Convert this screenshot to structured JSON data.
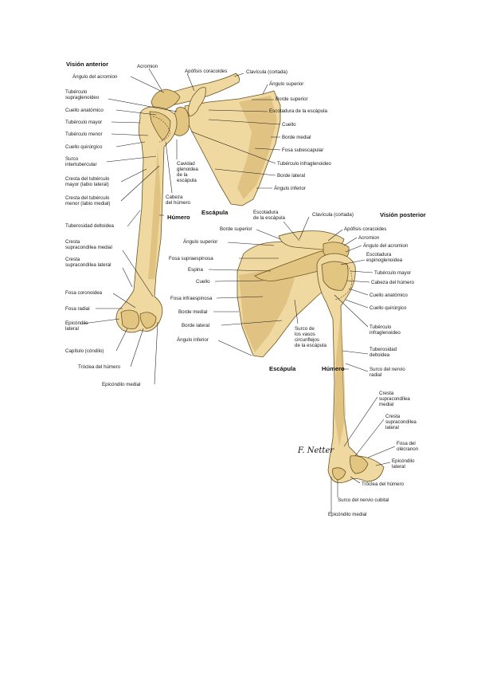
{
  "anterior": {
    "title": "Visión anterior",
    "labels": {
      "acromion": "Acromion",
      "apofisis_coracoides": "Apófisis coracoides",
      "clavicula": "Clavícula (cortada)",
      "angulo_acromion": "Ángulo del acromion",
      "angulo_superior": "Ángulo superior",
      "tuberculo_supraglenoideo": "Tubérculo\nsupraglenoideo",
      "borde_superior": "Borde superior",
      "cuello_anatomico": "Cuello anatómico",
      "escotadura_escapula": "Escotadura de la escápula",
      "tuberculo_mayor": "Tubérculo mayor",
      "cuello": "Cuello",
      "tuberculo_menor": "Tubérculo menor",
      "borde_medial": "Borde medial",
      "cuello_quirurgico": "Cuello quirúrgico",
      "fosa_subescapular": "Fosa subescapular",
      "surco_intertubercular": "Surco\nintertubercular",
      "cavidad_glenoidea": "Cavidad\nglenoidea\nde la\nescápula",
      "tuberculo_infraglenoideo": "Tubérculo infraglenoideo",
      "cresta_tuberculo_mayor": "Cresta del tubérculo\nmayor (labio lateral)",
      "borde_lateral": "Borde lateral",
      "angulo_inferior": "Ángulo inferior",
      "cresta_tuberculo_menor": "Cresta del tubérculo\nmenor (labio medial)",
      "cabeza_humero": "Cabeza\ndel húmero",
      "escapula": "Escápula",
      "humero": "Húmero",
      "tuberosidad_deltoidea": "Tuberosidad deltoidea",
      "cresta_supracondilea_medial": "Cresta\nsupracondílea medial",
      "cresta_supracondilea_lateral": "Cresta\nsupracondílea lateral",
      "fosa_coronoidea": "Fosa coronoidea",
      "fosa_radial": "Fosa radial",
      "epicondilo_lateral": "Epicóndilo\nlateral",
      "capitulo": "Capítulo (cóndilo)",
      "troclea": "Tróclea del húmero",
      "epicondilo_medial": "Epicóndilo medial"
    }
  },
  "posterior": {
    "title": "Visión posterior",
    "labels": {
      "escotadura_escapula": "Escotadura\nde la escápula",
      "clavicula": "Clavícula (cortada)",
      "borde_superior": "Borde superior",
      "apofisis_coracoides": "Apófisis coracoides",
      "acromion": "Acromion",
      "angulo_superior": "Ángulo superior",
      "angulo_acromion": "Ángulo del acromion",
      "escotadura_espinoglenoidea": "Escotadura\nespinoglenoidea",
      "fosa_supraespinosa": "Fosa supraespinosa",
      "espina": "Espina",
      "tuberculo_mayor": "Tubérculo mayor",
      "cuello": "Cuello",
      "cabeza_humero": "Cabeza del húmero",
      "fosa_infraespinosa": "Fosa infraespinosa",
      "cuello_anatomico": "Cuello anatómico",
      "borde_medial": "Borde medial",
      "cuello_quirurgico": "Cuello quirúrgico",
      "borde_lateral": "Borde lateral",
      "surco_vasos": "Surco de\nlos vasos\ncircunflejos\nde la escápula",
      "tuberculo_infraglenoideo": "Tubérculo\ninfraglenoideo",
      "angulo_inferior": "Ángulo inferior",
      "tuberosidad_deltoidea": "Tuberosidad\ndeltoidea",
      "escapula": "Escápula",
      "humero": "Húmero",
      "surco_nervio_radial": "Surco del nervio\nradial",
      "cresta_supracondilea_medial": "Cresta\nsupracondílea\nmedial",
      "cresta_supracondilea_lateral": "Cresta\nsupracondílea\nlateral",
      "fosa_olecranon": "Fosa del\nolécranon",
      "epicondilo_lateral": "Epicóndilo\nlateral",
      "troclea": "Tróclea del húmero",
      "surco_nervio_cubital": "Surco del nervio cubital",
      "epicondilo_medial": "Epicóndilo medial"
    }
  },
  "signature": "F. Netter",
  "colors": {
    "bone": "#f0d9a0",
    "bone_shadow": "#e3c582",
    "outline": "#6b5420",
    "text": "#1a1a1a"
  }
}
